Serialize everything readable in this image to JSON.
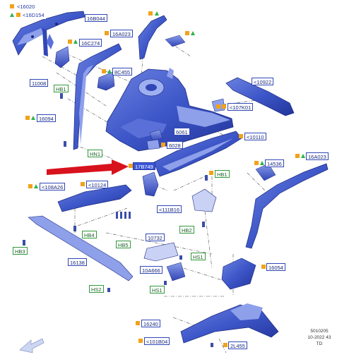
{
  "legend": {
    "lines": [
      {
        "text": "<16020"
      },
      {
        "text": "<16D154"
      }
    ]
  },
  "labels": [
    {
      "id": "l-16020",
      "text": "<16020",
      "style": "blue"
    },
    {
      "id": "l-16D154",
      "text": "<16D154",
      "style": "blue"
    },
    {
      "id": "l-16B044",
      "text": "16B044",
      "style": "blue"
    },
    {
      "id": "l-16A023a",
      "text": "16A023",
      "style": "blue"
    },
    {
      "id": "l-16C274",
      "text": "16C274",
      "style": "blue"
    },
    {
      "id": "l-8C455",
      "text": "8C455",
      "style": "blue"
    },
    {
      "id": "l-11008",
      "text": "11008",
      "style": "blue"
    },
    {
      "id": "l-HB1a",
      "text": "HB1",
      "style": "green"
    },
    {
      "id": "l-10922",
      "text": "<10922",
      "style": "blue"
    },
    {
      "id": "l-107K01",
      "text": "<107K01",
      "style": "blue"
    },
    {
      "id": "l-16094",
      "text": "16094",
      "style": "blue"
    },
    {
      "id": "l-6061",
      "text": "6061",
      "style": "blue"
    },
    {
      "id": "l-10110",
      "text": "<10110",
      "style": "blue"
    },
    {
      "id": "l-6028",
      "text": "6028",
      "style": "blue"
    },
    {
      "id": "l-HN1",
      "text": "HN1",
      "style": "green"
    },
    {
      "id": "l-17B749",
      "text": "17B749",
      "style": "sel"
    },
    {
      "id": "l-14536",
      "text": "14536",
      "style": "blue"
    },
    {
      "id": "l-16A023b",
      "text": "16A023",
      "style": "blue"
    },
    {
      "id": "l-HB1b",
      "text": "HB1",
      "style": "green"
    },
    {
      "id": "l-108A26",
      "text": "<108A26",
      "style": "blue"
    },
    {
      "id": "l-10124",
      "text": "<10124",
      "style": "blue"
    },
    {
      "id": "l-111B16",
      "text": "<111B16",
      "style": "blue"
    },
    {
      "id": "l-HB2",
      "text": "HB2",
      "style": "green"
    },
    {
      "id": "l-HB4",
      "text": "HB4",
      "style": "green"
    },
    {
      "id": "l-HB3",
      "text": "HB3",
      "style": "green"
    },
    {
      "id": "l-HB5",
      "text": "HB5",
      "style": "green"
    },
    {
      "id": "l-10732",
      "text": "10732",
      "style": "blue"
    },
    {
      "id": "l-16138",
      "text": "16138",
      "style": "blue"
    },
    {
      "id": "l-HS1a",
      "text": "HS1",
      "style": "green"
    },
    {
      "id": "l-16054",
      "text": "16054",
      "style": "blue"
    },
    {
      "id": "l-10A666",
      "text": "10A666",
      "style": "blue"
    },
    {
      "id": "l-HS1b",
      "text": "HS1",
      "style": "green"
    },
    {
      "id": "l-HS2",
      "text": "HS2",
      "style": "green"
    },
    {
      "id": "l-16240",
      "text": "16240",
      "style": "blue"
    },
    {
      "id": "l-101B04",
      "text": "<101B04",
      "style": "blue"
    },
    {
      "id": "l-2L455",
      "text": "2L455",
      "style": "blue"
    }
  ],
  "footer": {
    "line1": "5010205",
    "line2": "10-2022 43",
    "line3": "TD"
  },
  "colors": {
    "part_blue": "#3d56c8",
    "label_blue": "#2f47b7",
    "label_green": "#2f9a3a",
    "marker_orange": "#f2a21b",
    "marker_green": "#2eb34a",
    "arrow_red": "#d8121c"
  },
  "icons": {
    "direction_arrow": "arrow-lower-left-icon",
    "callout_arrow": "red-arrow-icon"
  }
}
